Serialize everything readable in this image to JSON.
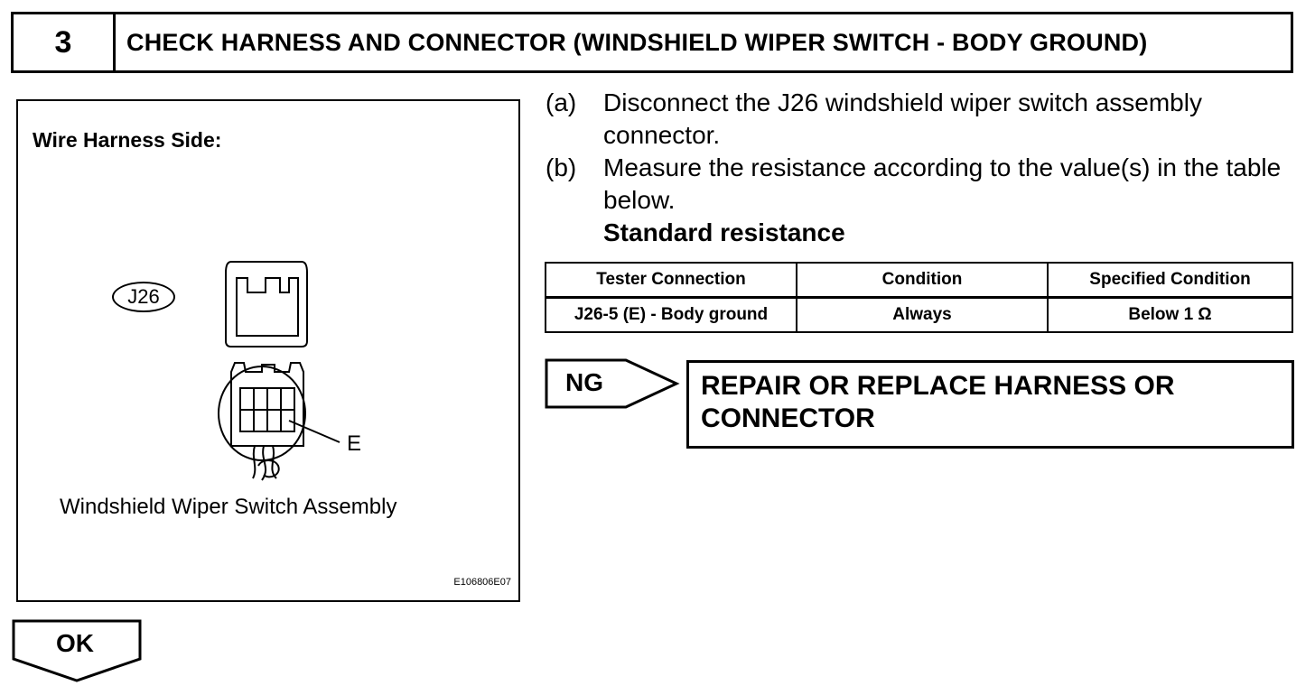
{
  "header": {
    "step_number": "3",
    "title": "CHECK HARNESS AND CONNECTOR (WINDSHIELD WIPER SWITCH - BODY GROUND)"
  },
  "figure": {
    "heading": "Wire Harness Side:",
    "connector_label": "J26",
    "terminal_label": "E",
    "caption": "Windshield Wiper Switch Assembly",
    "code": "E106806E07"
  },
  "instructions": [
    {
      "mark": "(a)",
      "text": "Disconnect the J26 windshield wiper switch assembly connector."
    },
    {
      "mark": "(b)",
      "text": "Measure the resistance according to the value(s) in the table below."
    }
  ],
  "standard_label": "Standard resistance",
  "table": {
    "headers": [
      "Tester Connection",
      "Condition",
      "Specified Condition"
    ],
    "rows": [
      [
        "J26-5 (E) - Body ground",
        "Always",
        "Below 1 Ω"
      ]
    ]
  },
  "ng": {
    "label": "NG",
    "action": "REPAIR OR REPLACE HARNESS OR CONNECTOR"
  },
  "ok": {
    "label": "OK"
  }
}
